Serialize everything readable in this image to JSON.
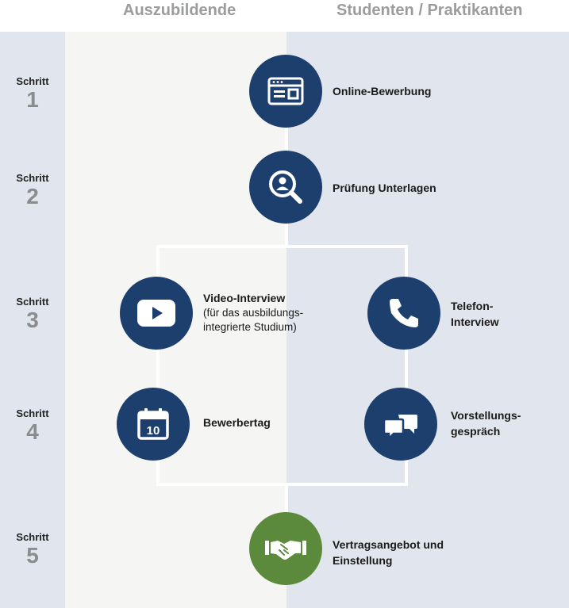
{
  "header": {
    "left_column": "Auszubildende",
    "right_column": "Studenten / Praktikanten"
  },
  "steps": [
    {
      "label": "Schritt",
      "number": "1"
    },
    {
      "label": "Schritt",
      "number": "2"
    },
    {
      "label": "Schritt",
      "number": "3"
    },
    {
      "label": "Schritt",
      "number": "4"
    },
    {
      "label": "Schritt",
      "number": "5"
    }
  ],
  "nodes": {
    "online": {
      "title": "Online-Bewerbung",
      "icon": "browser-window-icon"
    },
    "pruefung": {
      "title": "Prüfung Unterlagen",
      "icon": "magnify-user-icon"
    },
    "video": {
      "title": "Video-Interview",
      "sub1": "(für das ausbildungs-",
      "sub2": "integrierte Studium)",
      "icon": "video-play-icon"
    },
    "telefon": {
      "line1": "Telefon-",
      "line2": "Interview",
      "icon": "phone-icon"
    },
    "bewerbertag": {
      "title": "Bewerbertag",
      "icon": "calendar-icon",
      "calendar_day": "10"
    },
    "vorstellung": {
      "line1": "Vorstellungs-",
      "line2": "gespräch",
      "icon": "speech-bubbles-icon"
    },
    "vertrag": {
      "line1": "Vertragsangebot und",
      "line2": "Einstellung",
      "icon": "handshake-icon"
    }
  },
  "colors": {
    "node_blue": "#1d3f6e",
    "node_green": "#5b8a3c",
    "step_number": "#8a8c8f",
    "header_text": "#9a9c9e",
    "band_gray_blue": "#e1e5ed",
    "band_light": "#f5f5f4"
  }
}
